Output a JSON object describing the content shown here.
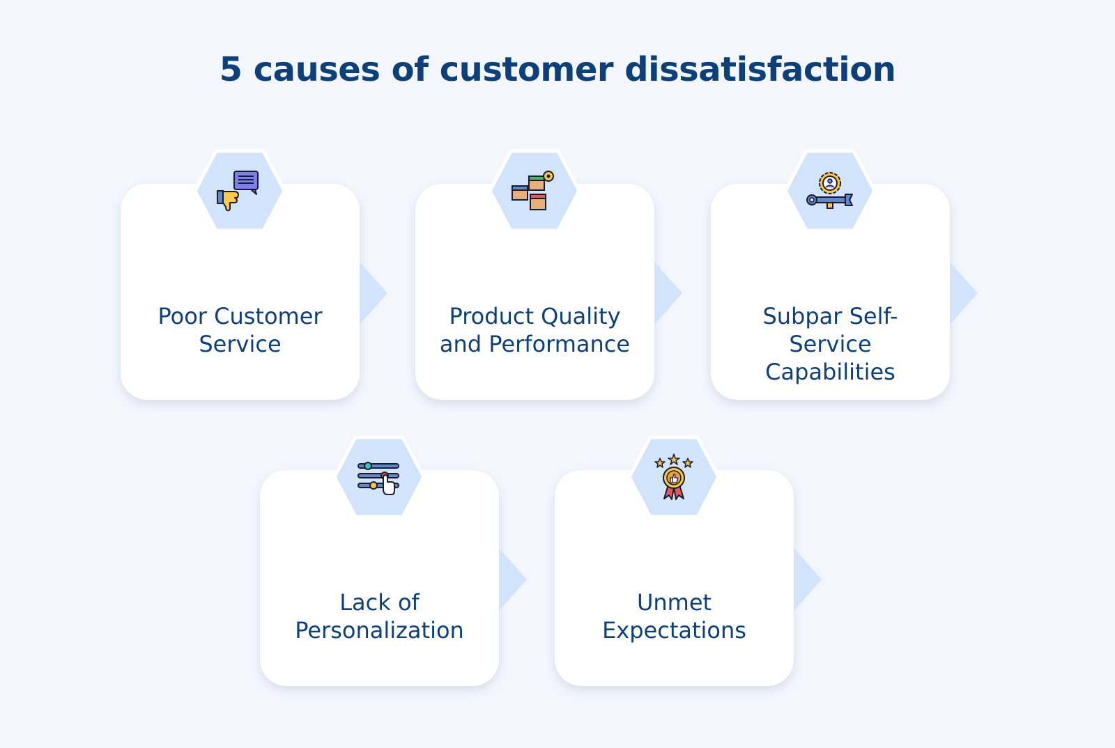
{
  "title": "5 causes of customer dissatisfaction",
  "colors": {
    "background": "#f3f6fd",
    "title": "#0d3f78",
    "card": "#ffffff",
    "hexagon_fill": "#d2e3fc",
    "arrow": "#d2e3fc"
  },
  "causes": [
    {
      "label": "Poor Customer Service",
      "icon": "thumbs-down-feedback-icon"
    },
    {
      "label": "Product Quality and Performance",
      "icon": "product-boxes-icon"
    },
    {
      "label": "Subpar Self-Service Capabilities",
      "icon": "wrench-gear-service-icon"
    },
    {
      "label": "Lack of Personalization",
      "icon": "sliders-settings-icon"
    },
    {
      "label": "Unmet Expectations",
      "icon": "award-badge-stars-icon"
    }
  ]
}
